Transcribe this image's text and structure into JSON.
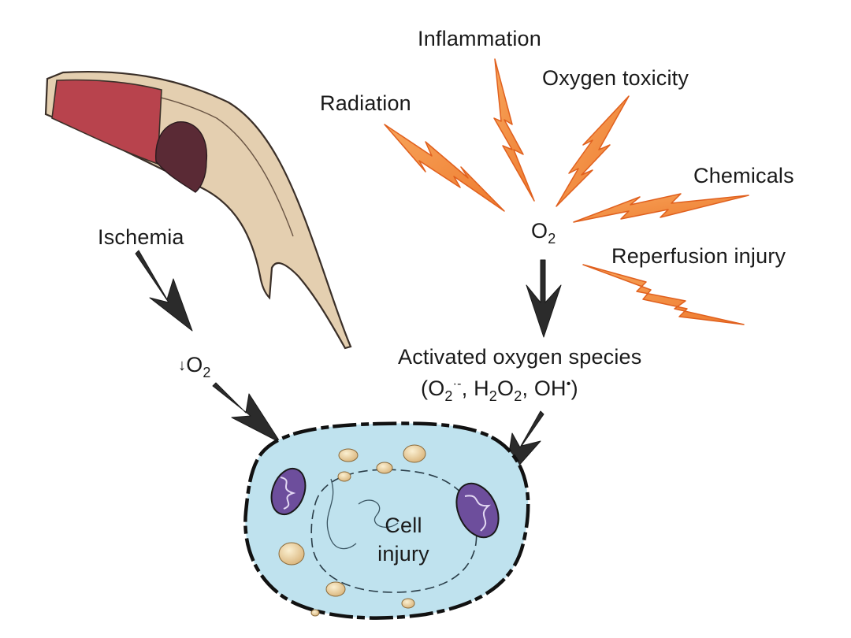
{
  "labels": {
    "inflammation": "Inflammation",
    "oxygen_toxicity": "Oxygen toxicity",
    "radiation": "Radiation",
    "chemicals": "Chemicals",
    "reperfusion_injury": "Reperfusion injury",
    "ischemia": "Ischemia",
    "o2_symbol": "O",
    "o2_sub": "2",
    "decreased_o2_arrow": "↓",
    "decreased_o2_symbol": "O",
    "decreased_o2_sub": "2",
    "activated_species_line1": "Activated oxygen species",
    "species_open": "(O",
    "species_superoxide_sub": "2",
    "species_superoxide_sup": "·-",
    "species_sep1": ", H",
    "species_h_sub": "2",
    "species_o": "O",
    "species_o_sub": "2",
    "species_sep2": ", OH",
    "species_radical_sup": "•",
    "species_close": ")",
    "cell_line1": "Cell",
    "cell_line2": "injury"
  },
  "colors": {
    "lightning": "#f2883a",
    "lightning_edge": "#e0601e",
    "arrow": "#2b2b2b",
    "vessel_wall": "#e4cfb0",
    "vessel_blood": "#b8434d",
    "vessel_clot": "#5a2a35",
    "cell_fill": "#bfe2ee",
    "cell_outline": "#1a1a1a",
    "mitochondria_fill": "#6d4e9c",
    "mitochondria_inner": "#3d2a63",
    "vacuole_fill": "#efd9a6"
  },
  "icons": {
    "lightning": "lightning-bolt-icon",
    "arrow": "arrow-down-icon",
    "vessel": "blood-vessel-icon",
    "cell": "cell-icon",
    "mitochondrion": "mitochondrion-icon"
  }
}
